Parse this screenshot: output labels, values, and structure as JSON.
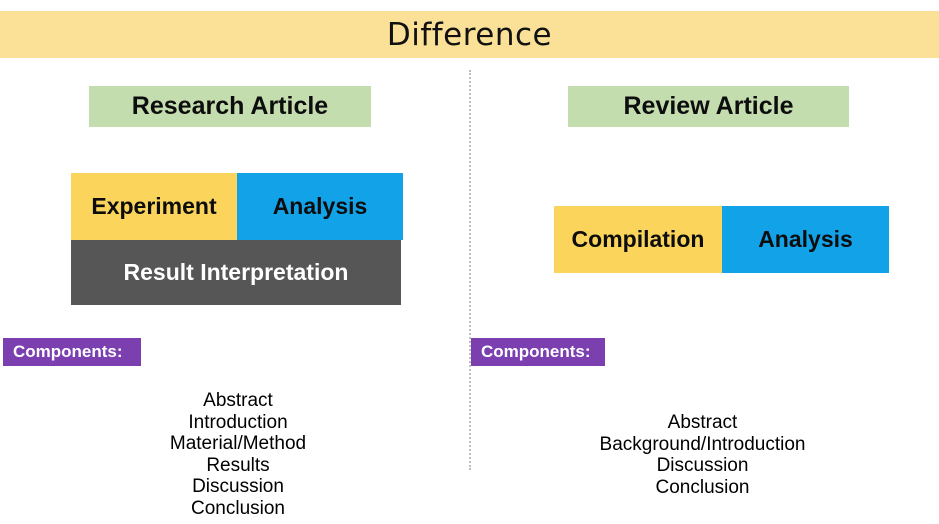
{
  "slide": {
    "title": "Difference",
    "background_color": "#ffffff"
  },
  "theme": {
    "banner_yellow": "#fbe197",
    "header_green": "#c4ddaf",
    "block_yellow": "#fbd45c",
    "block_blue": "#12a2e8",
    "block_gray": "#565656",
    "badge_purple": "#7b3fb0",
    "divider_gray": "#bdbdbd",
    "text_dark": "#0d0d0d",
    "text_light": "#ffffff"
  },
  "columns": [
    {
      "id": "research-article",
      "header": "Research Article",
      "blocks": [
        {
          "label": "Experiment",
          "color": "#fbd45c",
          "text_color": "#0d0d0d"
        },
        {
          "label": "Analysis",
          "color": "#12a2e8",
          "text_color": "#0d0d0d"
        },
        {
          "label": "Result Interpretation",
          "color": "#565656",
          "text_color": "#ffffff"
        }
      ],
      "components_label": "Components:",
      "components": [
        "Abstract",
        "Introduction",
        "Material/Method",
        "Results",
        "Discussion",
        "Conclusion"
      ]
    },
    {
      "id": "review-article",
      "header": "Review Article",
      "blocks": [
        {
          "label": "Compilation",
          "color": "#fbd45c",
          "text_color": "#0d0d0d"
        },
        {
          "label": "Analysis",
          "color": "#12a2e8",
          "text_color": "#0d0d0d"
        }
      ],
      "components_label": "Components:",
      "components": [
        "Abstract",
        "Background/Introduction",
        "Discussion",
        "Conclusion"
      ]
    }
  ]
}
